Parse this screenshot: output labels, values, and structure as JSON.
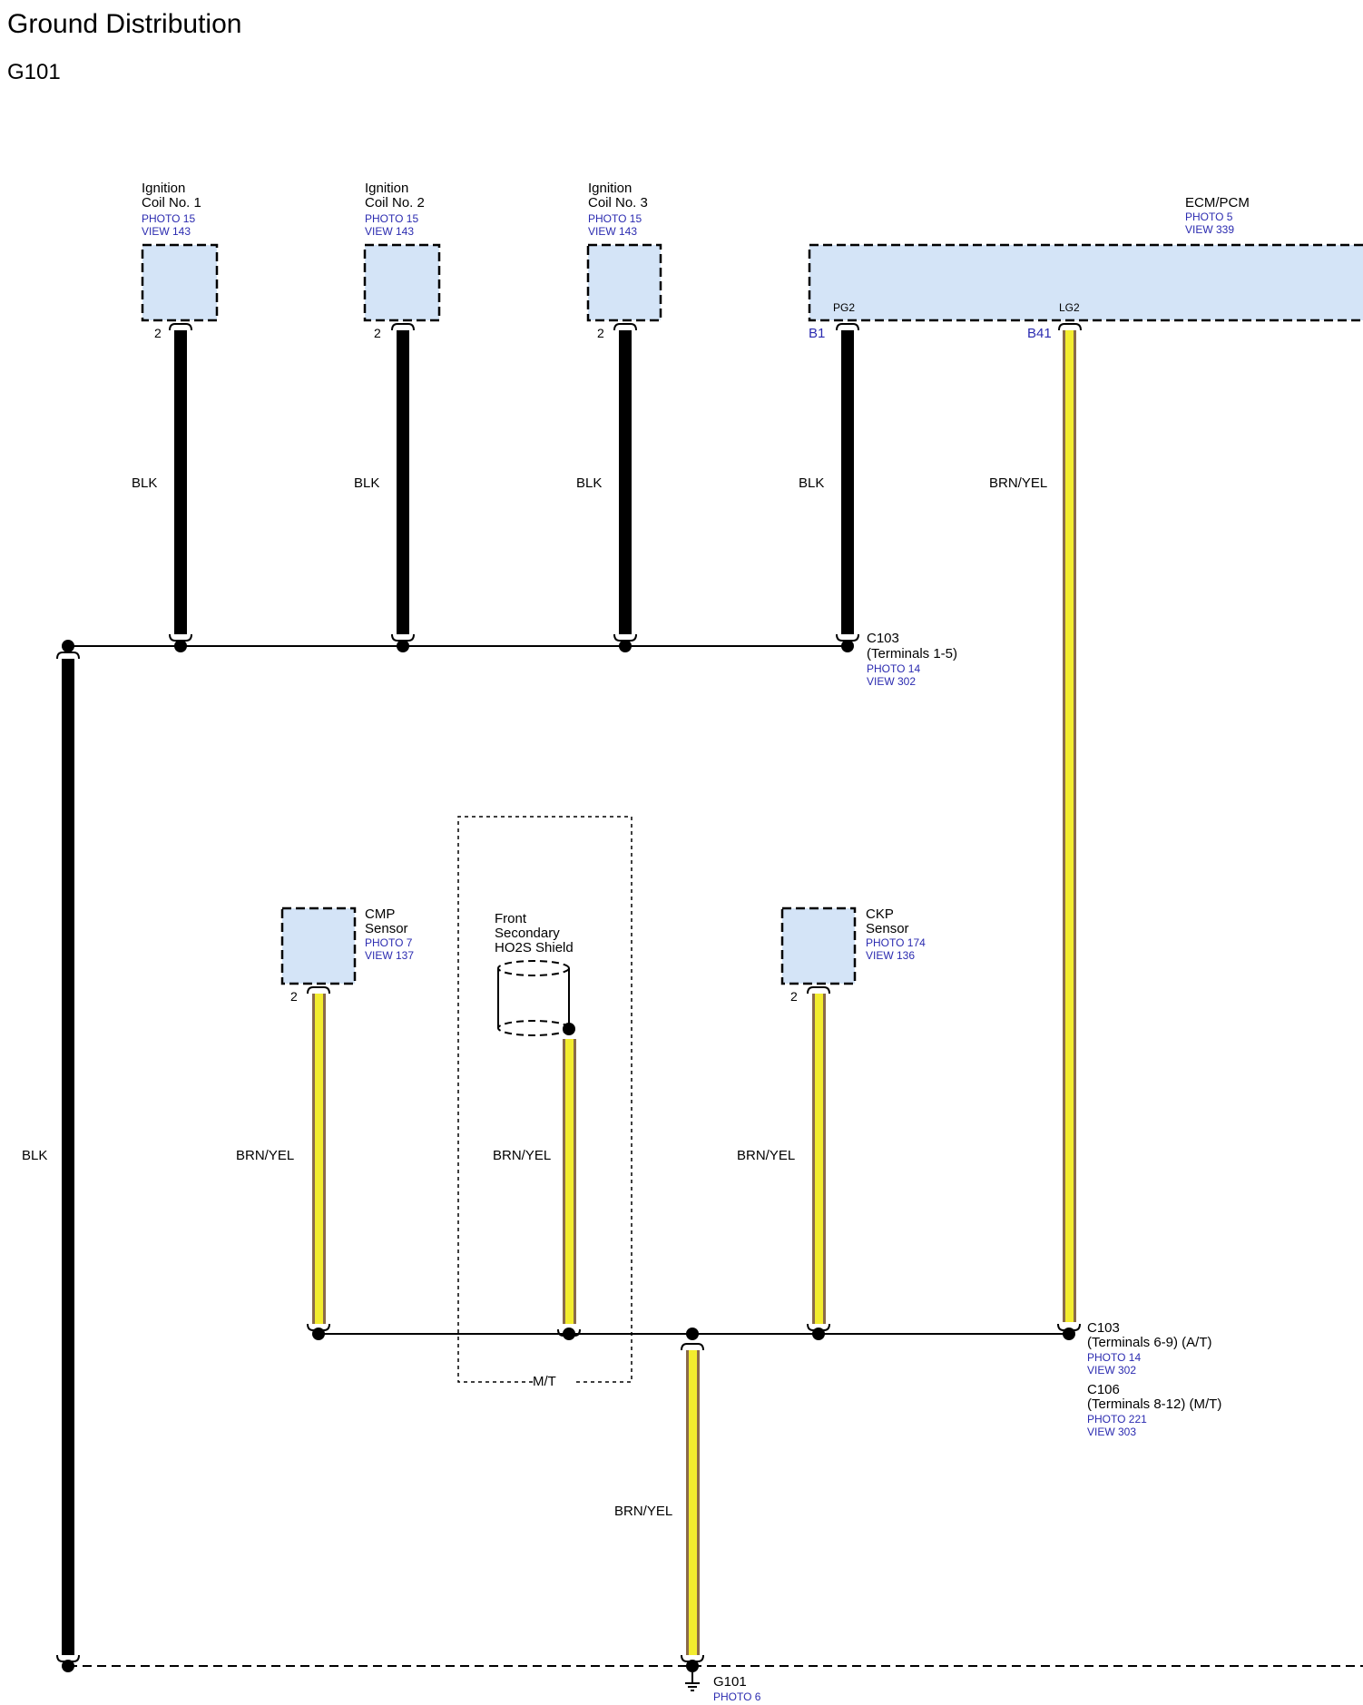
{
  "header": {
    "title": "Ground Distribution",
    "subtitle": "G101"
  },
  "colors": {
    "component_fill": "#d4e4f7",
    "wire_blk": "#000000",
    "wire_brn": "#8b6a4a",
    "wire_yel": "#f3ec2e",
    "ref_text": "#2b2bb0"
  },
  "components": {
    "coil1": {
      "name1": "Ignition",
      "name2": "Coil No. 1",
      "photo": "PHOTO 15",
      "view": "VIEW 143",
      "pin": "2"
    },
    "coil2": {
      "name1": "Ignition",
      "name2": "Coil No. 2",
      "photo": "PHOTO 15",
      "view": "VIEW 143",
      "pin": "2"
    },
    "coil3": {
      "name1": "Ignition",
      "name2": "Coil No. 3",
      "photo": "PHOTO 15",
      "view": "VIEW 143",
      "pin": "2"
    },
    "ecm": {
      "name": "ECM/PCM",
      "photo": "PHOTO 5",
      "view": "VIEW 339",
      "pin_pg2": "PG2",
      "pin_lg2": "LG2",
      "term_b1": "B1",
      "term_b41": "B41"
    },
    "cmp": {
      "name1": "CMP",
      "name2": "Sensor",
      "photo": "PHOTO 7",
      "view": "VIEW 137",
      "pin": "2"
    },
    "ho2s": {
      "name1": "Front",
      "name2": "Secondary",
      "name3": "HO2S Shield",
      "option": "M/T"
    },
    "ckp": {
      "name1": "CKP",
      "name2": "Sensor",
      "photo": "PHOTO 174",
      "view": "VIEW 136",
      "pin": "2"
    }
  },
  "wires": {
    "coil1": "BLK",
    "coil2": "BLK",
    "coil3": "BLK",
    "ecm_b1": "BLK",
    "ecm_b41": "BRN/YEL",
    "left_trunk": "BLK",
    "cmp": "BRN/YEL",
    "ho2s": "BRN/YEL",
    "ckp": "BRN/YEL",
    "ground": "BRN/YEL"
  },
  "connectors": {
    "c103_top": {
      "name": "C103",
      "detail": "(Terminals 1-5)",
      "photo": "PHOTO 14",
      "view": "VIEW 302"
    },
    "c103_bottom": {
      "name": "C103",
      "detail": "(Terminals 6-9) (A/T)",
      "photo": "PHOTO 14",
      "view": "VIEW 302"
    },
    "c106": {
      "name": "C106",
      "detail": "(Terminals 8-12) (M/T)",
      "photo": "PHOTO 221",
      "view": "VIEW 303"
    }
  },
  "ground": {
    "name": "G101",
    "photo": "PHOTO 6"
  }
}
